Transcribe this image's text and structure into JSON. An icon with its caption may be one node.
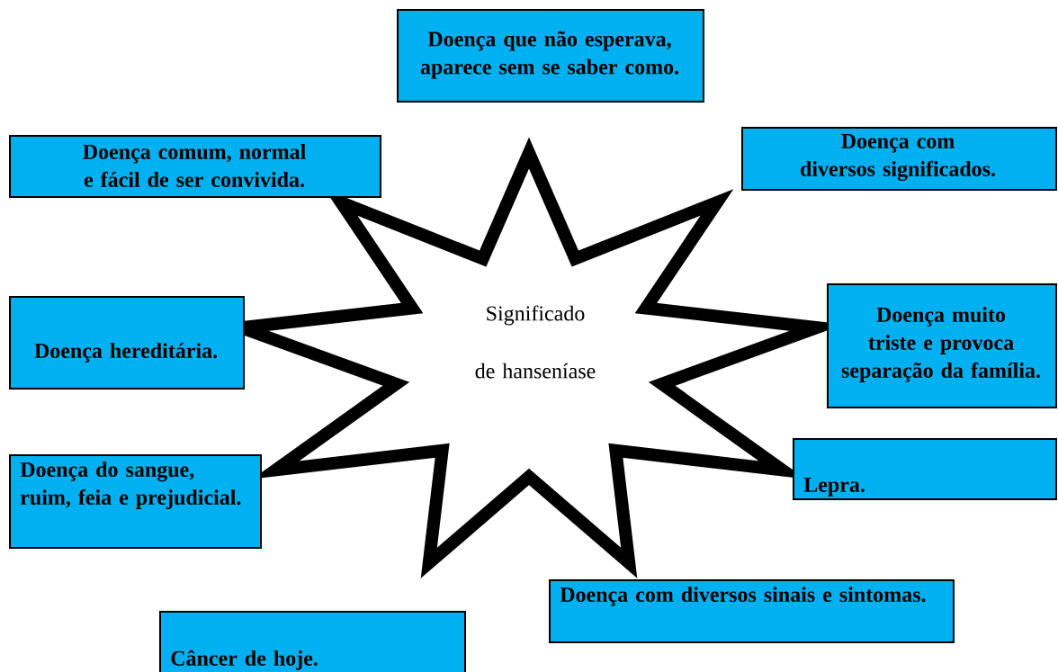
{
  "diagram": {
    "nodes": [
      {
        "text": [
          "Significado de hanseníase"
        ]
      },
      {
        "text": [
          "Doença que não esperava, aparece sem se saber como."
        ]
      },
      {
        "text": [
          "Doença comum, normal e fácil de ser convivida."
        ]
      },
      {
        "text": [
          "Doença com diversos significados."
        ]
      },
      {
        "text": [
          "Doença hereditária."
        ]
      },
      {
        "text": [
          "Doença muito triste e provoca separação da família."
        ]
      },
      {
        "text": [
          "Doença do sangue, ruim, feia e prejudicial."
        ]
      },
      {
        "text": [
          "Lepra."
        ]
      },
      {
        "text": [
          "Doença com diversos sinais e sintomas."
        ]
      },
      {
        "text": [
          "Câncer de hoje."
        ]
      }
    ]
  }
}
